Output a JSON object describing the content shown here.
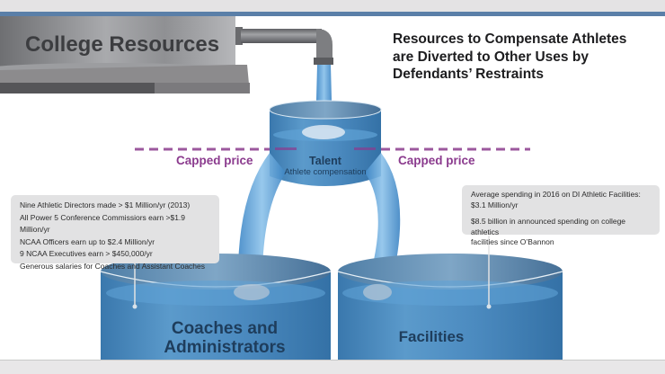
{
  "header": {
    "title_lines": [
      "Resources to Compensate Athletes",
      "are Diverted to Other Uses by",
      "Defendants’ Restraints"
    ]
  },
  "source_tank": {
    "label": "College Resources"
  },
  "talent_tank": {
    "label": "Talent",
    "sublabel": "Athlete compensation"
  },
  "cap_line": {
    "left_label": "Capped price",
    "right_label": "Capped price",
    "color": "#8b3b8e"
  },
  "coaches_tank": {
    "label_lines": [
      "Coaches and",
      "Administrators"
    ],
    "callout": [
      "Nine Athletic Directors made > $1 Million/yr (2013)",
      "All Power 5 Conference Commissiors earn >$1.9 Million/yr",
      "NCAA Officers earn up to $2.4 Million/yr",
      "9 NCAA Executives earn > $450,000/yr",
      "Generous salaries for Coaches and Assistant Coaches"
    ]
  },
  "facilities_tank": {
    "label": "Facilities",
    "callout": [
      "Average spending in 2016 on DI Athletic Facilities:",
      "$3.1 Million/yr",
      "",
      "$8.5 billion in announced spending on college athletics",
      "facilities since O’Bannon"
    ]
  },
  "colors": {
    "water": "#4a90c8",
    "tank_blue": "#3f7fb5",
    "steel": "#8a8b8e",
    "accent_bar": "#5a7fa8"
  }
}
